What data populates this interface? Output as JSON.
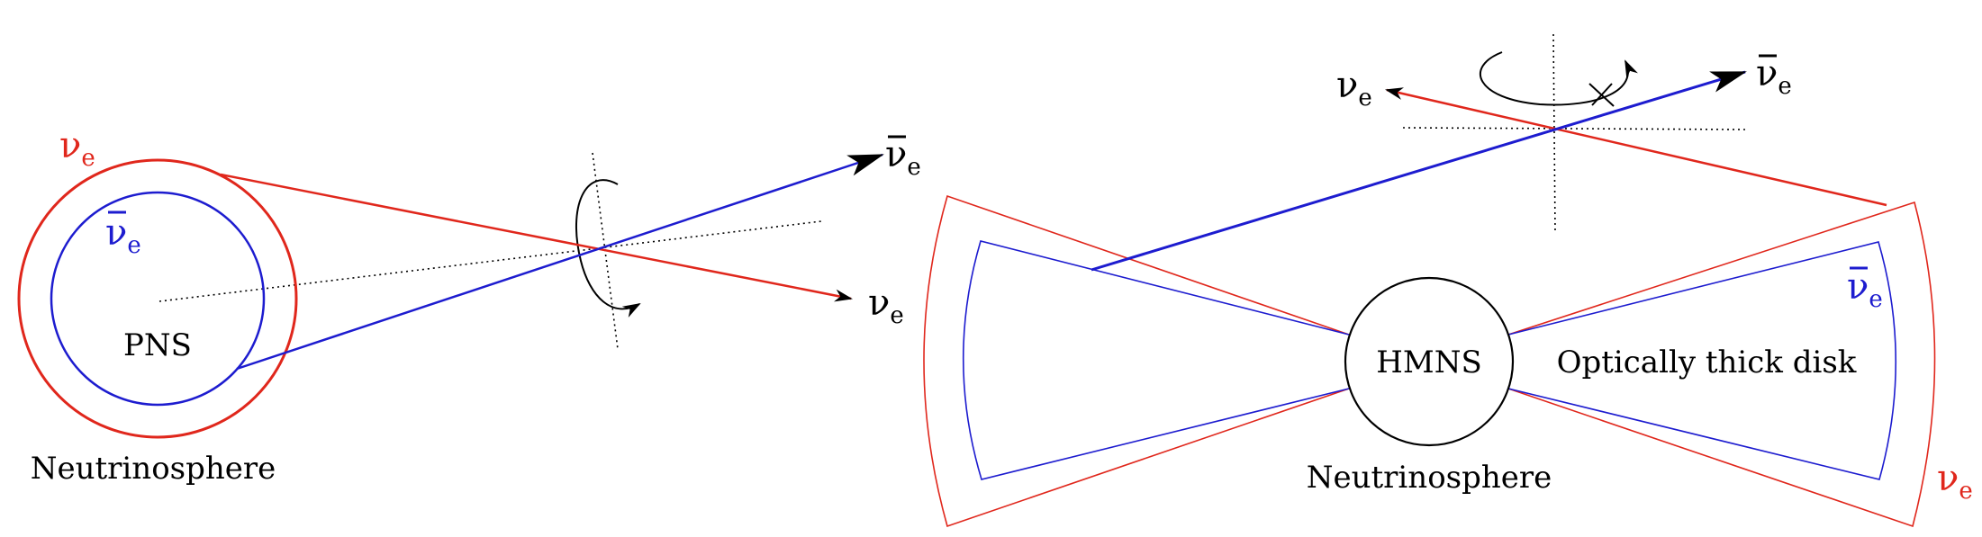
{
  "left_panel": {
    "nu_e_label": "ν",
    "nu_e_sub": "e",
    "anti_nu_e_label": "ν",
    "anti_nu_e_sub": "e",
    "core_label": "PNS",
    "sphere_label": "Neutrinosphere",
    "beam_nu_e_label": "ν",
    "beam_nu_e_sub": "e",
    "beam_anti_nu_e_label": "ν",
    "beam_anti_nu_e_sub": "e"
  },
  "right_panel": {
    "core_label": "HMNS",
    "disk_label": "Optically thick disk",
    "sphere_label": "Neutrinosphere",
    "anti_nu_e_label": "ν",
    "anti_nu_e_sub": "e",
    "nu_e_label": "ν",
    "nu_e_sub": "e",
    "beam_nu_e_label": "ν",
    "beam_nu_e_sub": "e",
    "beam_anti_nu_e_label": "ν",
    "beam_anti_nu_e_sub": "e"
  },
  "colors": {
    "nu_e": "#e0271c",
    "anti_nu_e": "#1d1ccf",
    "ink": "#000000"
  }
}
